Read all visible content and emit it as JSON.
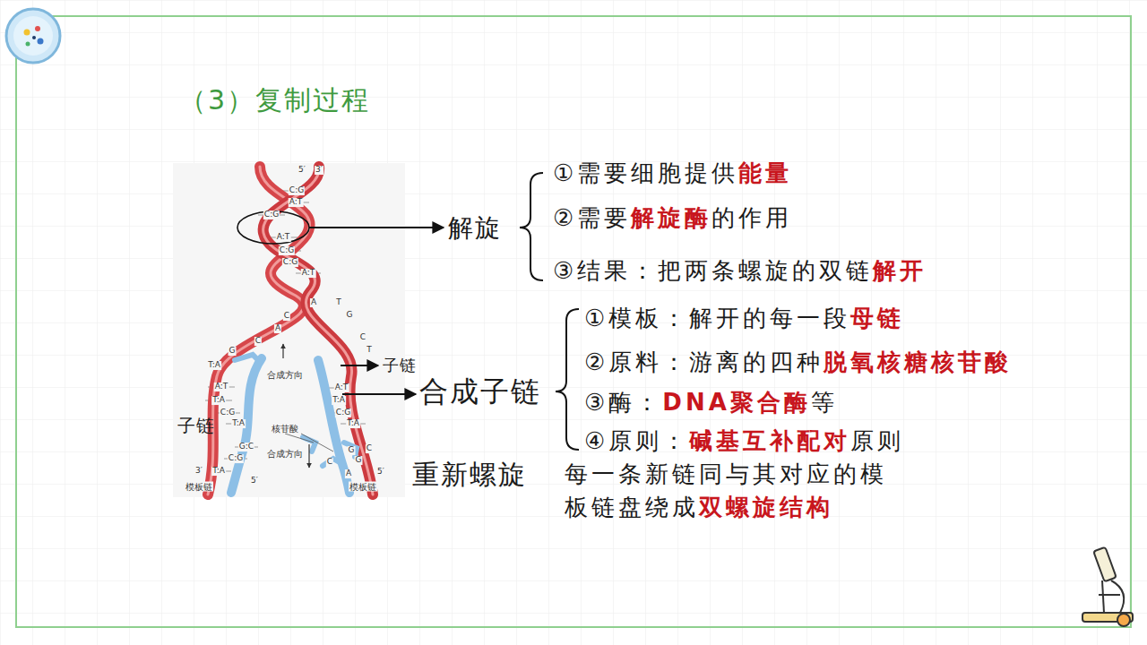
{
  "diagram": {
    "title": "（3）复制过程",
    "labels": [
      "解旋",
      "①需要细胞提供",
      "能量",
      "②需要",
      "解旋酶",
      "的作用",
      "③结果：把两条螺旋的双链",
      "解开",
      "合成子链",
      "①模板：解开的每一段",
      "母链",
      "②原料：游离的四种",
      "脱氧核糖核苷酸",
      "③酶：",
      "DNA聚合酶",
      "等",
      "④原则：",
      "碱基互补配对",
      "原则",
      "重新螺旋",
      "每一条新链同与其对应的模板链盘绕成",
      "双螺旋结构",
      "子链",
      "子链",
      "5′",
      "3′",
      "C:G",
      "A:T",
      "C:G",
      "A:T",
      "C:G",
      "C:G",
      "A:T",
      "A",
      "T",
      "C",
      "G",
      "A",
      "C",
      "G",
      "C",
      "T",
      "合成方向",
      "T:A",
      "A:T",
      "T:A",
      "C:G",
      "T:A",
      "G:C",
      "C:G",
      "T:A",
      "3′",
      "5′",
      "模板链",
      "A:T",
      "T:A",
      "C:G",
      "T:A",
      "G",
      "C",
      "C",
      "G",
      "A",
      "5′",
      "模板链",
      "核苷酸",
      "合成方向"
    ]
  }
}
